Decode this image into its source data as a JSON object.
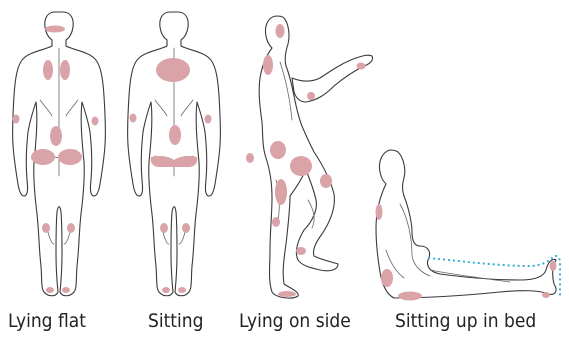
{
  "colors": {
    "pressure_area": "#d9a3a8",
    "bed_outline": "#35b0d8",
    "caption_text": "#222222"
  },
  "captions": {
    "lying_flat": "Lying flat",
    "sitting": "Sitting",
    "lying_on_side": "Lying on side",
    "sitting_up_in_bed": "Sitting up in bed"
  }
}
